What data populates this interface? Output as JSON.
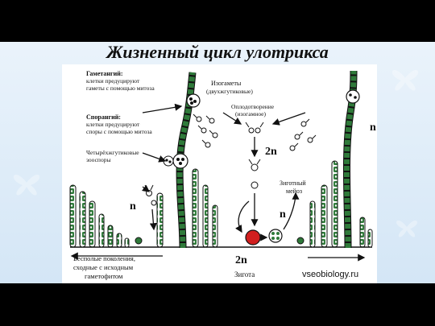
{
  "title": "Жизненный цикл улотрикса",
  "labels": {
    "gametangium_1": "Гаметангий:",
    "gametangium_2": "клетки предуцируют",
    "gametangium_3": "гаметы с помощью митоза",
    "sporangium_1": "Спорангий:",
    "sporangium_2": "клетки предуцируют",
    "sporangium_3": "споры с помощью митоза",
    "zoospores_1": "Четырёхжгутиковые",
    "zoospores_2": "зооспоры",
    "isogametes_1": "Изогаметы",
    "isogametes_2": "(двухжгутиковые)",
    "fertilization_1": "Оплодотворение",
    "fertilization_2": "(изогамное)",
    "meiosis_1": "Зиготный",
    "meiosis_2": "мейоз",
    "asexual_1": "Бесполые поколения,",
    "asexual_2": "сходные с исходным",
    "asexual_3": "гаметофитом",
    "zygote": "Зигота",
    "ploidy_n_left": "n",
    "ploidy_n_right": "n",
    "ploidy_n_meiosis": "n",
    "ploidy_2n_mid": "2n",
    "ploidy_2n_bottom": "2n",
    "watermark": "vseobiology.ru"
  },
  "colors": {
    "filament_cell": "#2f7a3a",
    "filament_outline": "#111111",
    "zygote": "#d11f1f",
    "background": "#dcebf7"
  }
}
